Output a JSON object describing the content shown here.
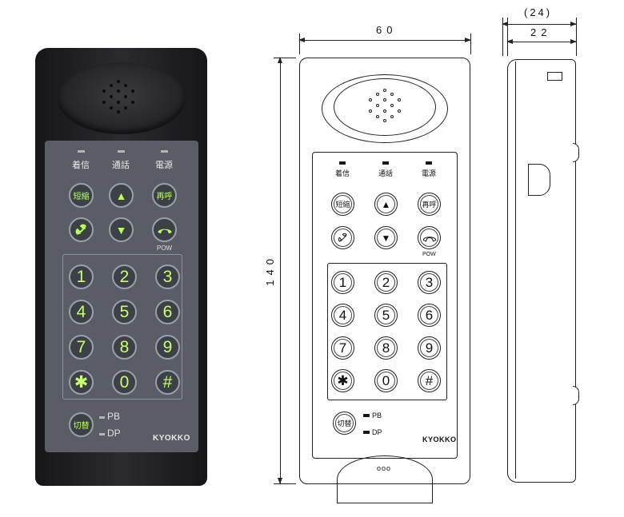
{
  "labels": {
    "incoming": "着信",
    "talk": "通話",
    "power": "電源",
    "speed_dial": "短縮",
    "redial": "再呼",
    "pow": "POW",
    "switch": "切替",
    "pb": "PB",
    "dp": "DP",
    "brand": "KYOKKO"
  },
  "keys": [
    "1",
    "2",
    "3",
    "4",
    "5",
    "6",
    "7",
    "8",
    "9",
    "✱",
    "0",
    "#"
  ],
  "icons": {
    "up": "▲",
    "down": "▼",
    "off_hook": "phone-off-hook-icon",
    "on_hook": "phone-on-hook-icon"
  },
  "dimensions": {
    "width": "60",
    "height": "140",
    "depth": "22",
    "depth_total": "(24)"
  },
  "bottom_dots": "ooo",
  "colors": {
    "key_text": "#c8ff70",
    "panel": "#5a5d66",
    "body": "#222226"
  }
}
